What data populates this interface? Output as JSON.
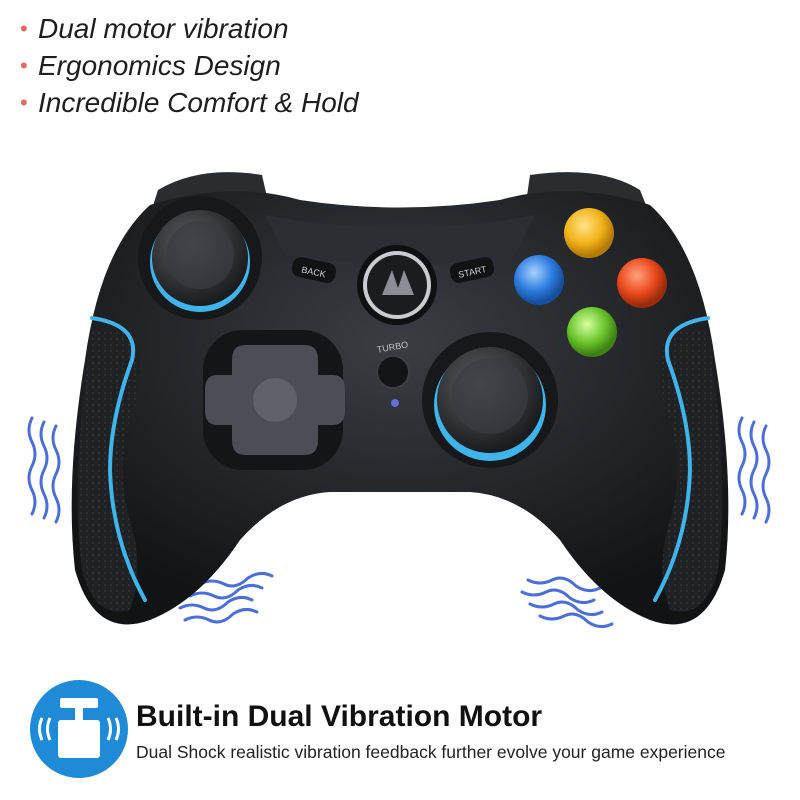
{
  "features": [
    {
      "bullet": "•",
      "text": "Dual motor vibration"
    },
    {
      "bullet": "•",
      "text": "Ergonomics Design"
    },
    {
      "bullet": "•",
      "text": "Incredible Comfort & Hold"
    }
  ],
  "controller": {
    "back_label": "BACK",
    "start_label": "START",
    "turbo_label": "TURBO"
  },
  "footer": {
    "title": "Built-in Dual Vibration Motor",
    "subtitle": "Dual Shock realistic vibration feedback further evolve your game experience",
    "icon": "vibration-motor-icon"
  },
  "colors": {
    "bullet": "#e06a5e",
    "accent_blue": "#3fb4ea",
    "button_yellow": "#f2b41c",
    "button_red": "#ec4a1e",
    "button_blue": "#2e7ee0",
    "button_green": "#6cc62e",
    "badge": "#1f8ad6",
    "wave": "#4b6fd6"
  }
}
